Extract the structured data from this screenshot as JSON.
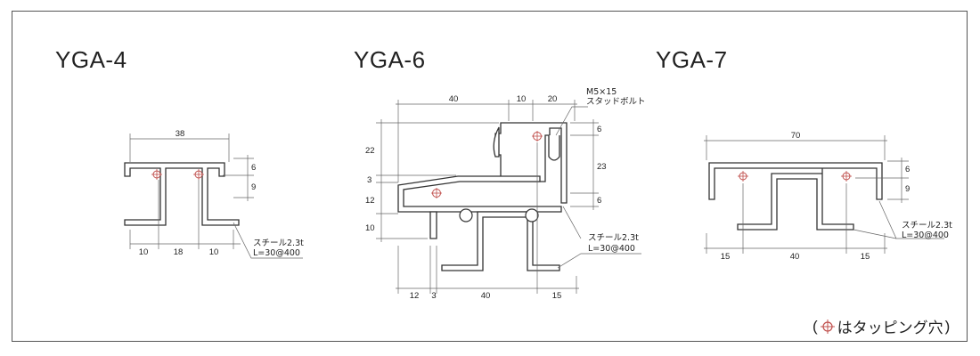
{
  "figure_titles": [
    "YGA-4",
    "YGA-6",
    "YGA-7"
  ],
  "yga4": {
    "dims": [
      "38",
      "6",
      "9",
      "10",
      "18",
      "10"
    ],
    "note_line1": "スチール2.3t",
    "note_line2": "L=30@400"
  },
  "yga6": {
    "dims": [
      "40",
      "10",
      "20",
      "6",
      "22",
      "23",
      "3",
      "12",
      "6",
      "10",
      "12",
      "3",
      "40",
      "15"
    ],
    "bolt_line1": "M5×15",
    "bolt_line2": "スタッドボルト",
    "note_line1": "スチール2.3t",
    "note_line2": "L=30@400"
  },
  "yga7": {
    "dims": [
      "70",
      "6",
      "9",
      "15",
      "40",
      "15"
    ],
    "note_line1": "スチール2.3t",
    "note_line2": "L=30@400"
  },
  "legend": {
    "open_paren": "(",
    "text": "はタッピング穴",
    "close_paren": ")"
  },
  "colors": {
    "hole_marker": "#c0504d",
    "line": "#333333"
  }
}
